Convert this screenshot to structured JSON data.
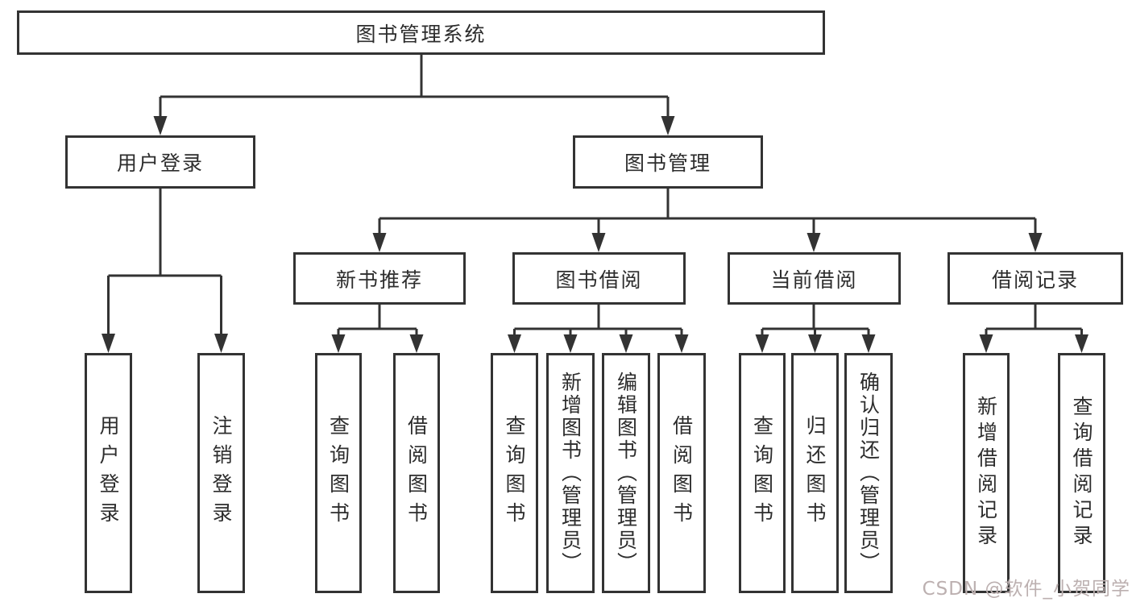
{
  "colors": {
    "background": "#ffffff",
    "line": "#333333",
    "box_border": "#333333",
    "text": "#2d2d2d",
    "watermark": "#bcb0b0"
  },
  "watermark": "CSDN @软件_小贺同学",
  "tree": {
    "root": "图书管理系统",
    "branches": [
      {
        "label": "用户登录",
        "children": [
          "用户登录",
          "注销登录"
        ]
      },
      {
        "label": "图书管理",
        "groups": [
          {
            "label": "新书推荐",
            "children": [
              "查询图书",
              "借阅图书"
            ]
          },
          {
            "label": "图书借阅",
            "children": [
              "查询图书",
              "新增图书（管理员）",
              "编辑图书（管理员）",
              "借阅图书"
            ]
          },
          {
            "label": "当前借阅",
            "children": [
              "查询图书",
              "归还图书",
              "确认归还（管理员）"
            ]
          },
          {
            "label": "借阅记录",
            "children": [
              "新增借阅记录",
              "查询借阅记录"
            ]
          }
        ]
      }
    ]
  }
}
